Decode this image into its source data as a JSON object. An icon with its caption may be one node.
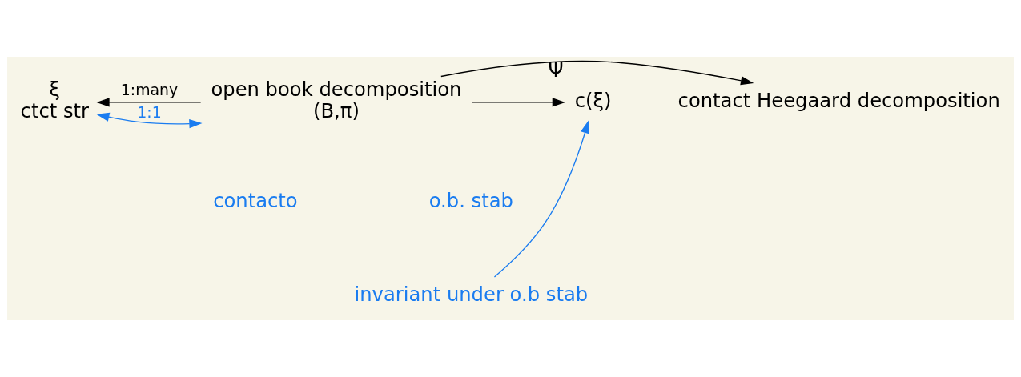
{
  "diagram": {
    "nodes": [
      {
        "text": [
          "ξ",
          "ctct str"
        ]
      },
      {
        "text": [
          "open book decomposition",
          "(B,π)"
        ]
      },
      {
        "text": [
          "contact Heegaard decomposition"
        ]
      },
      {
        "text": [
          "c(ξ)"
        ],
        "beside": [
          "Ψ"
        ]
      },
      {
        "text": [
          "invariant under o.b stab"
        ]
      }
    ],
    "edges": [
      {
        "from": 1,
        "to": 0,
        "arrow": "to",
        "label": "1:many"
      },
      {
        "from": 0,
        "to": 1,
        "arrow": "both",
        "label": "1:1",
        "color": "#1a7cf0"
      },
      {
        "from": 1,
        "to": 2,
        "arrow": "to"
      },
      {
        "from": 1,
        "to": 3,
        "arrow": "to"
      },
      {
        "from": 4,
        "to": 3,
        "arrow": "to",
        "color": "#1a7cf0"
      }
    ],
    "labels": [
      "contacto",
      "o.b. stab"
    ]
  }
}
